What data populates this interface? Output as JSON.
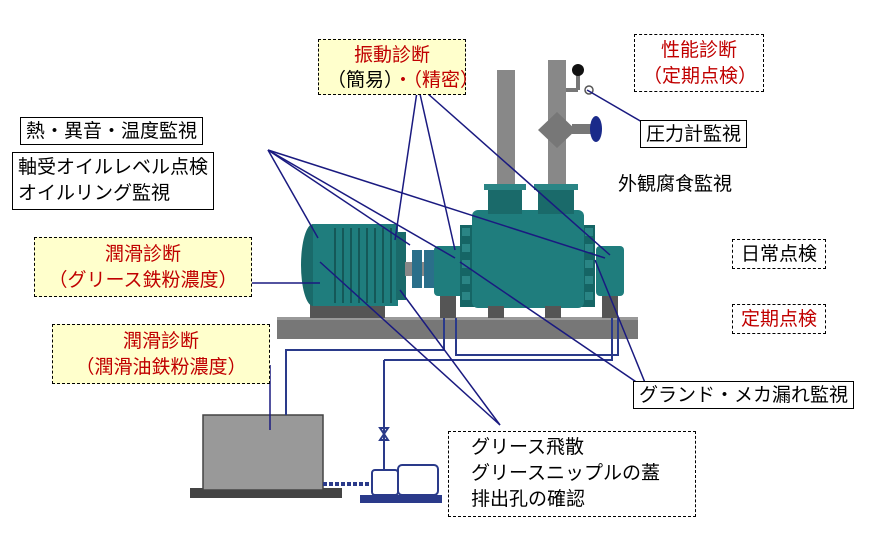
{
  "labels": {
    "vibration_title": "振動診断",
    "vibration_sub_a": "（簡易）",
    "vibration_dot": "・",
    "vibration_sub_b": "（精密）",
    "performance_title": "性能診断",
    "performance_sub": "（定期点検）",
    "heat_noise_temp": "熱・異音・温度監視",
    "oil_level_line1": "軸受オイルレベル点検",
    "oil_level_line2": "オイルリング監視",
    "pressure_gauge": "圧力計監視",
    "corrosion": "外観腐食監視",
    "daily_check": "日常点検",
    "periodic_check": "定期点検",
    "grease_title": "潤滑診断",
    "grease_sub": "（グリース鉄粉濃度）",
    "oil_title": "潤滑診断",
    "oil_sub": "（潤滑油鉄粉濃度）",
    "gland_leak": "グランド・メカ漏れ監視",
    "grease_check_line1": "グリース飛散",
    "grease_check_line2": "グリースニップルの蓋",
    "grease_check_line3": "排出孔の確認"
  },
  "colors": {
    "red_text": "#c00000",
    "yellow_fill": "#ffffcc",
    "equipment_teal": "#1a7a7a",
    "pipe_gray": "#909090",
    "line_navy": "#1a1a80"
  }
}
